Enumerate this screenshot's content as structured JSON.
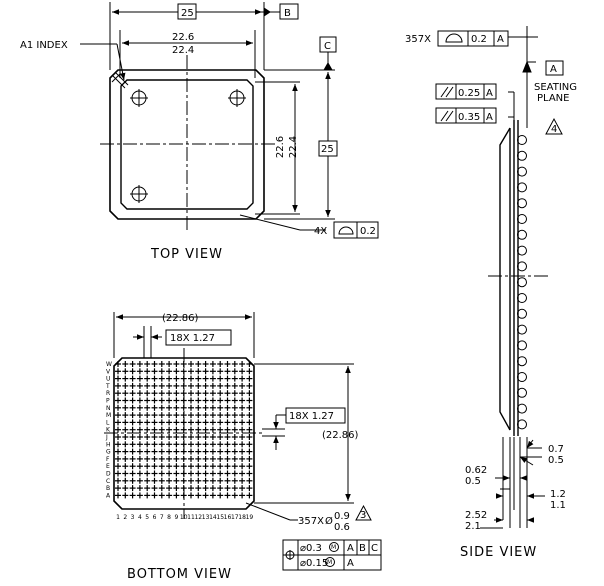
{
  "top_view": {
    "title": "TOP VIEW",
    "a1_index": "A1 INDEX",
    "width_overall": "25",
    "datum_b": "B",
    "datum_c": "C",
    "inner_width_max": "22.6",
    "inner_width_min": "22.4",
    "inner_height_max": "22.6",
    "inner_height_min": "22.4",
    "height_overall": "25",
    "corner_count": "4X",
    "flatness_value": "0.2"
  },
  "bottom_view": {
    "title": "BOTTOM VIEW",
    "span": "(22.86)",
    "pitch_x": "18X 1.27",
    "pitch_y": "18X 1.27",
    "span_v": "(22.86)",
    "row_labels": [
      "W",
      "V",
      "U",
      "T",
      "R",
      "P",
      "N",
      "M",
      "L",
      "K",
      "J",
      "H",
      "G",
      "F",
      "E",
      "D",
      "C",
      "B",
      "A"
    ],
    "col_labels": [
      "1",
      "2",
      "3",
      "4",
      "5",
      "6",
      "7",
      "8",
      "9",
      "10",
      "11",
      "12",
      "13",
      "14",
      "15",
      "16",
      "17",
      "18",
      "19"
    ],
    "ball_count": "357X",
    "ball_dia_symbol": "Ø",
    "ball_dia_max": "0.9",
    "ball_dia_min": "0.6",
    "note_ref": "3",
    "tol_position": "⌀0.3",
    "tol_m": "M",
    "datum_a": "A",
    "datum_b": "B",
    "datum_c": "C",
    "tol_position2": "⌀0.15"
  },
  "side_view": {
    "title": "SIDE VIEW",
    "ball_count": "357X",
    "profile_value": "0.2",
    "datum_a": "A",
    "seating_line1": "SEATING",
    "seating_line2": "PLANE",
    "note_ref": "4",
    "parallel_value1": "0.25",
    "parallel_value2": "0.35",
    "dim1_max": "0.7",
    "dim1_min": "0.5",
    "dim2_max": "0.62",
    "dim2_min": "0.5",
    "dim3_max": "1.2",
    "dim3_min": "1.1",
    "dim4_max": "2.52",
    "dim4_min": "2.1"
  }
}
